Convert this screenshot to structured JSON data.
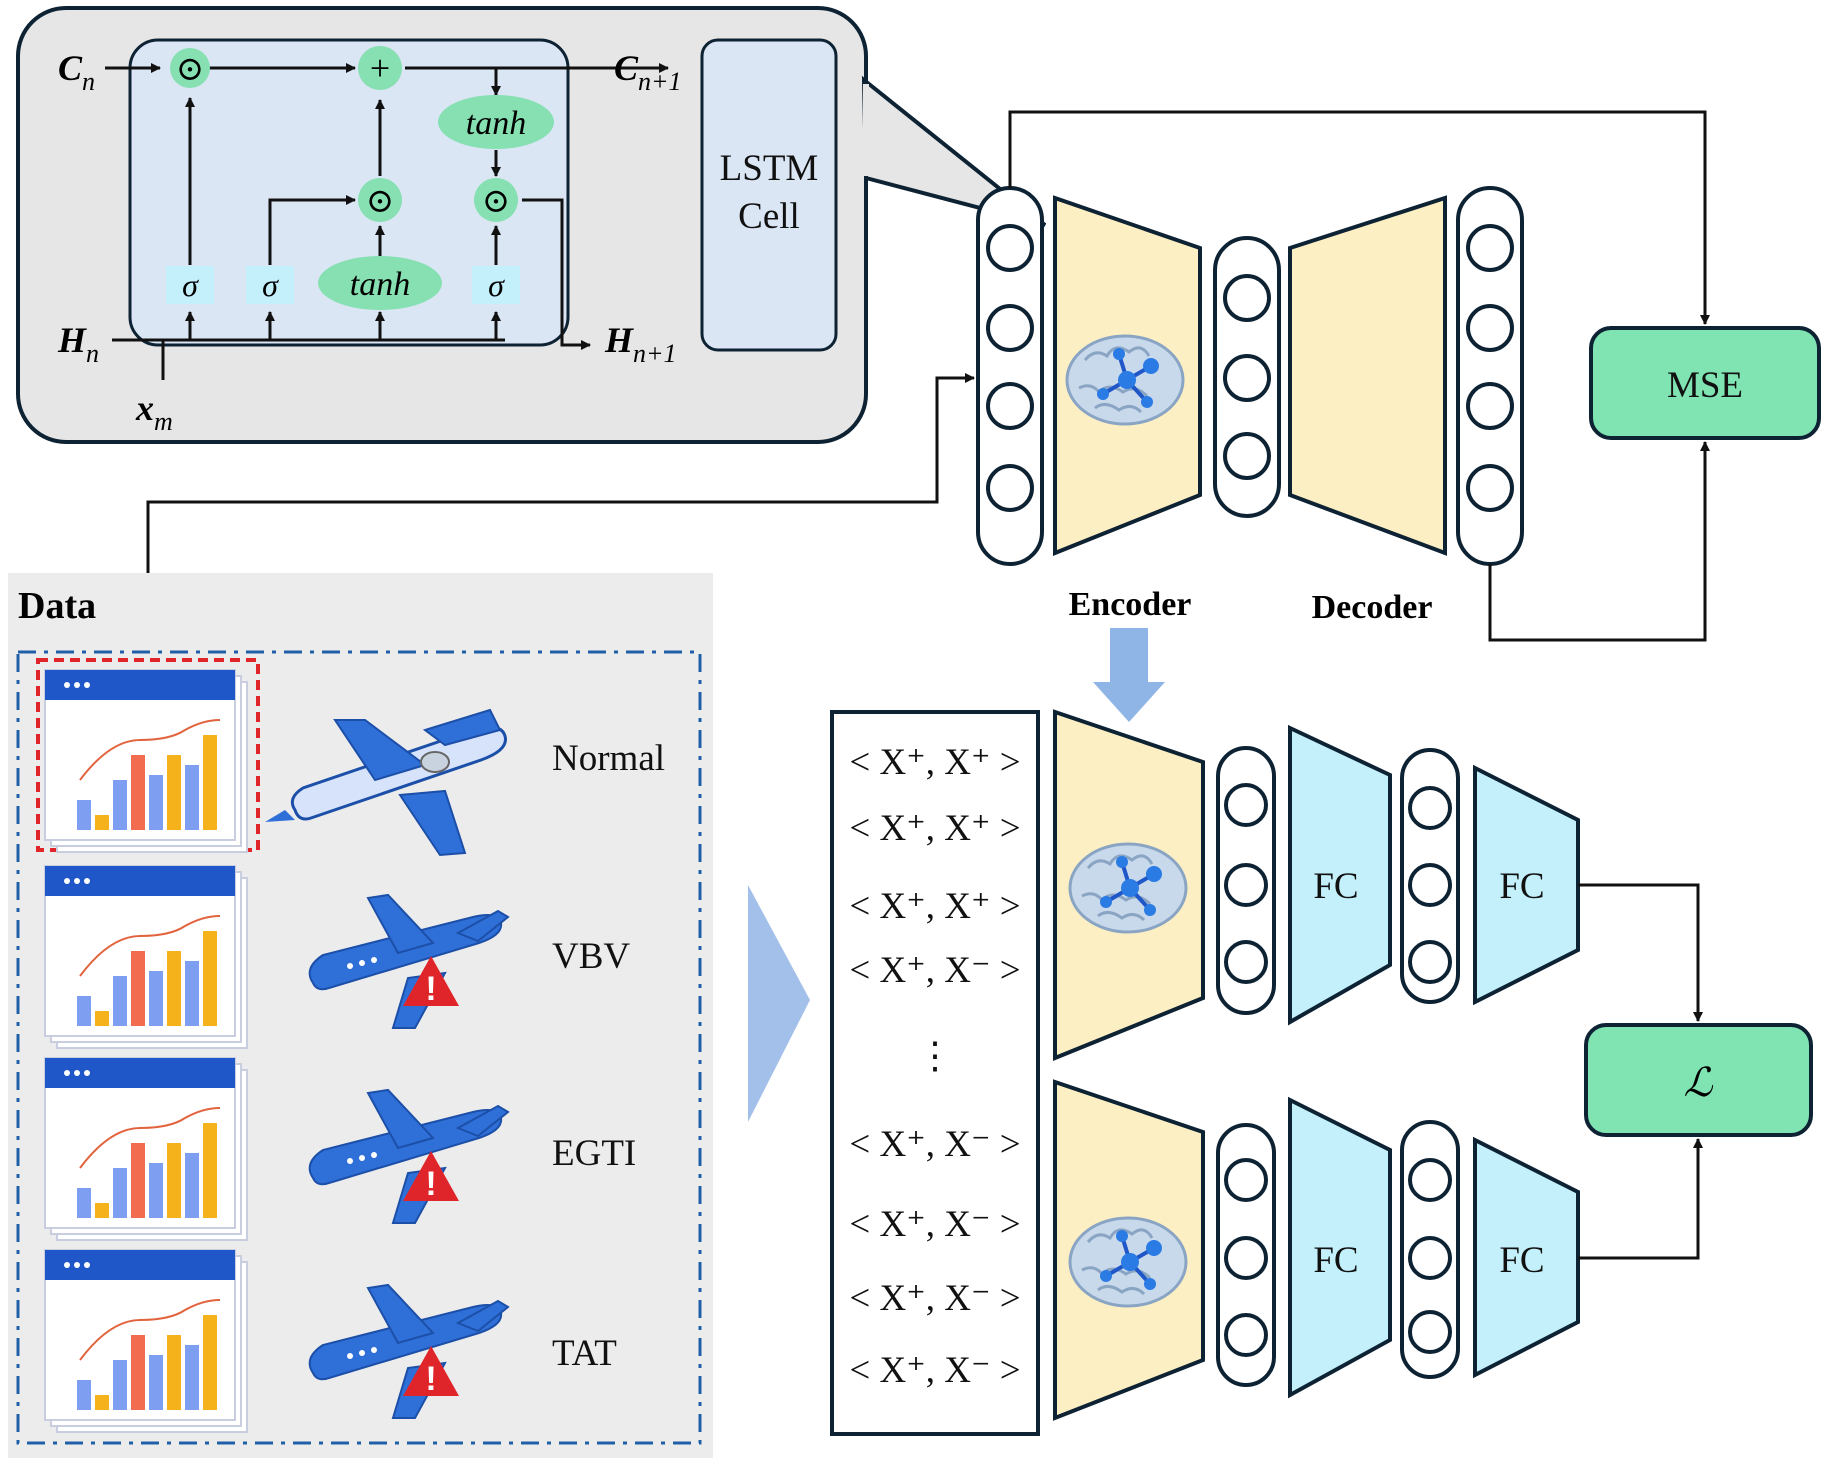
{
  "lstm": {
    "cell_label_line1": "LSTM",
    "cell_label_line2": "Cell",
    "c_in": "C",
    "c_in_sub": "n",
    "c_out": "C",
    "c_out_sub": "n+1",
    "h_in": "H",
    "h_in_sub": "n",
    "h_out": "H",
    "h_out_sub": "n+1",
    "x_in": "x",
    "x_in_sub": "m",
    "sigma": "σ",
    "tanh": "tanh",
    "mul": "⊙",
    "add": "+"
  },
  "autoencoder": {
    "encoder_label": "Encoder",
    "decoder_label": "Decoder",
    "loss_label": "MSE"
  },
  "data_panel": {
    "title": "Data",
    "classes": [
      "Normal",
      "VBV",
      "EGTI",
      "TAT"
    ]
  },
  "pairs": [
    "< X⁺, X⁺ >",
    "< X⁺, X⁺ >",
    "< X⁺, X⁺ >",
    "< X⁺, X⁻ >",
    "⋮",
    "< X⁺, X⁻ >",
    "< X⁺, X⁻ >",
    "< X⁺, X⁻ >",
    "< X⁺, X⁻ >"
  ],
  "siamese": {
    "fc_label": "FC",
    "loss_label": "ℒ"
  },
  "colors": {
    "lstm_panel": "#e6e6e6",
    "lstm_inner": "#dbe6f5",
    "op_green": "#86e0b2",
    "encoder_fill": "#fdefc4",
    "fc_fill": "#c3f0fb",
    "loss_box": "#7fe3b2",
    "data_panel": "#ececec",
    "arrow_blue": "#8fb4e6",
    "plane_blue": "#2f6fd8",
    "warning_red": "#e0252a"
  }
}
